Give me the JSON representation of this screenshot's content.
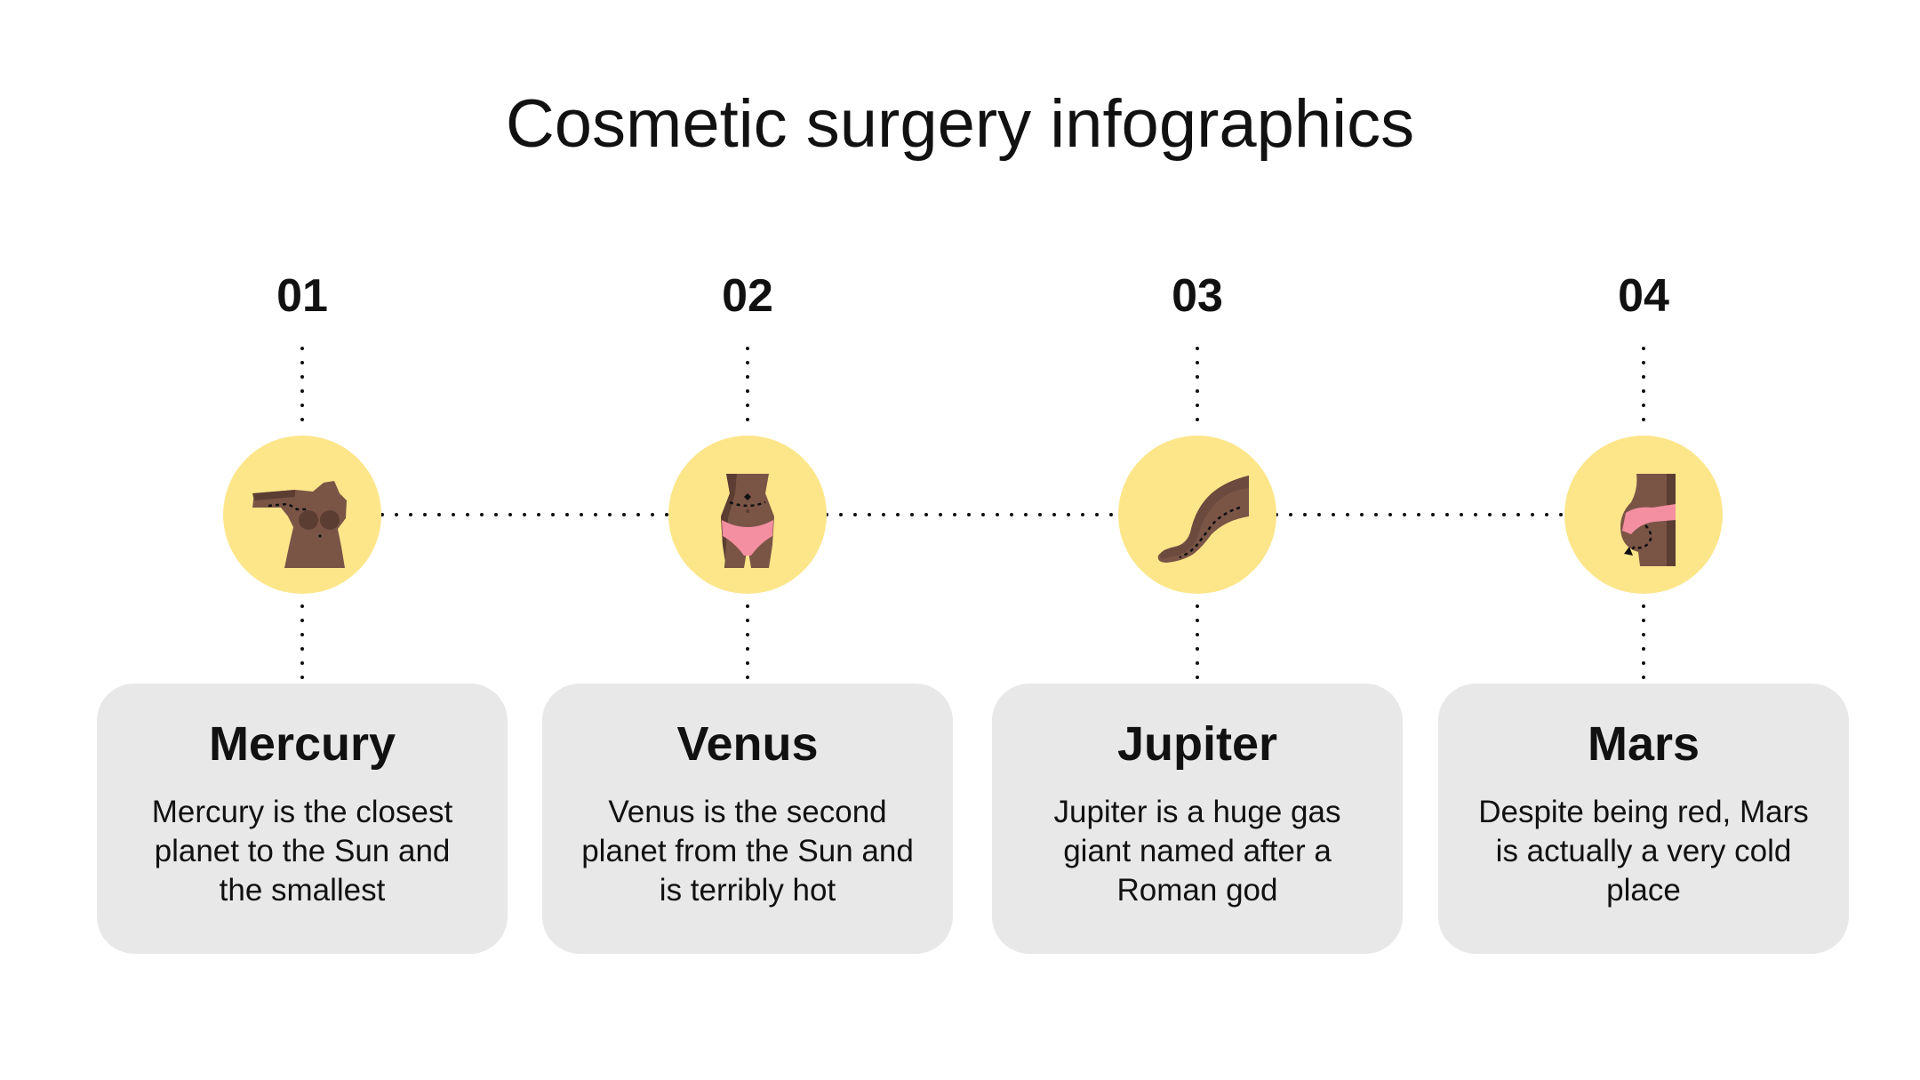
{
  "title": "Cosmetic surgery infographics",
  "colors": {
    "circle": "#fde68a",
    "card": "#e9e8e9",
    "skin": "#7a5546",
    "skin_shadow": "#5c3d32",
    "underwear": "#f48fa2",
    "text": "#111111"
  },
  "steps": [
    {
      "number": "01",
      "icon": "breast-augmentation-icon",
      "title": "Mercury",
      "text": "Mercury is the closest planet to the Sun and the smallest"
    },
    {
      "number": "02",
      "icon": "tummy-tuck-icon",
      "title": "Venus",
      "text": "Venus is the second planet from the Sun and is terribly hot"
    },
    {
      "number": "03",
      "icon": "leg-liposuction-icon",
      "title": "Jupiter",
      "text": "Jupiter is a huge gas giant named after a Roman god"
    },
    {
      "number": "04",
      "icon": "buttock-lift-icon",
      "title": "Mars",
      "text": "Despite being red, Mars is actually a very cold place"
    }
  ]
}
